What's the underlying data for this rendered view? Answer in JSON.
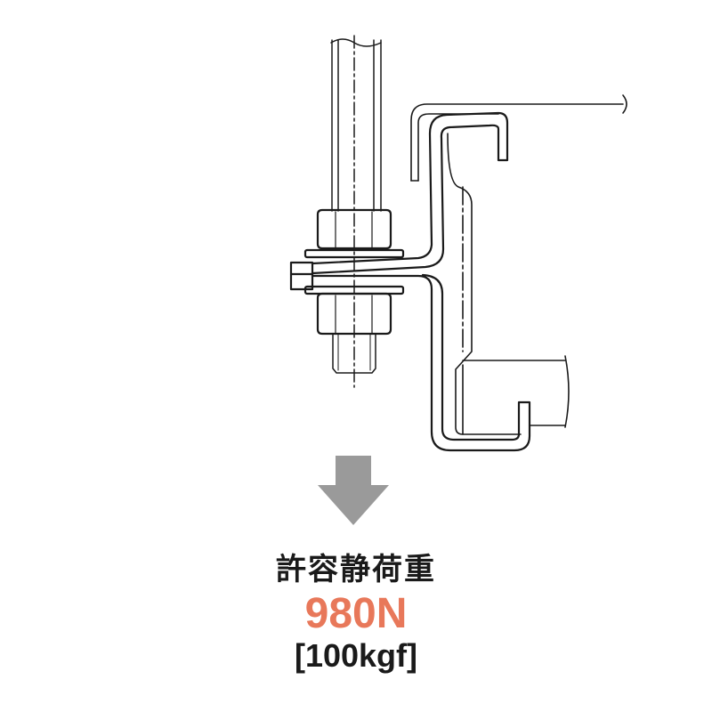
{
  "load": {
    "title": "許容静荷重",
    "value": "980N",
    "unit": "[100kgf]"
  },
  "colors": {
    "value": "#e8785a",
    "arrow": "#9a9a9a",
    "line": "#1a1a1a"
  },
  "icons": {
    "arrow": "arrow-down-icon"
  }
}
